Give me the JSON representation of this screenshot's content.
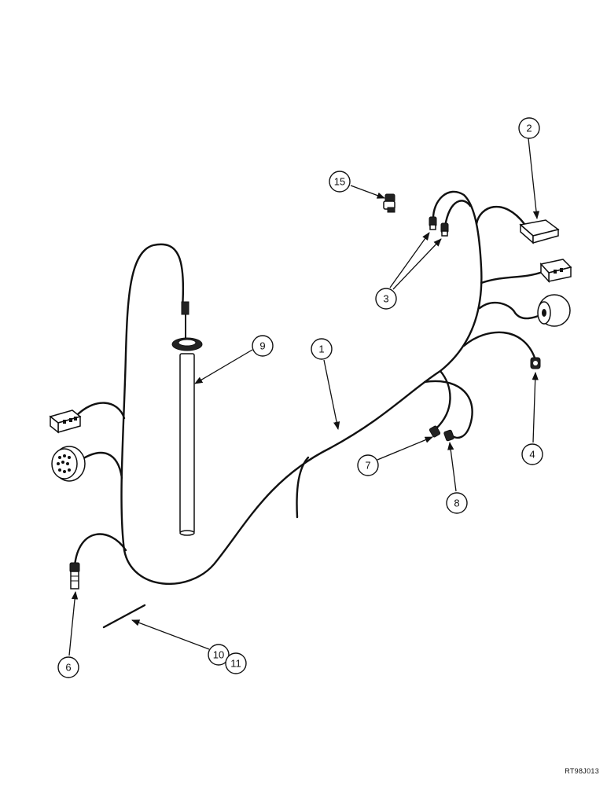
{
  "callouts": [
    {
      "id": "1",
      "label": "1"
    },
    {
      "id": "2",
      "label": "2"
    },
    {
      "id": "3",
      "label": "3"
    },
    {
      "id": "4",
      "label": "4"
    },
    {
      "id": "6",
      "label": "6"
    },
    {
      "id": "7",
      "label": "7"
    },
    {
      "id": "8",
      "label": "8"
    },
    {
      "id": "9",
      "label": "9"
    },
    {
      "id": "10",
      "label": "10"
    },
    {
      "id": "11",
      "label": "11"
    },
    {
      "id": "15",
      "label": "15"
    }
  ],
  "figure_id": "RT98J013"
}
